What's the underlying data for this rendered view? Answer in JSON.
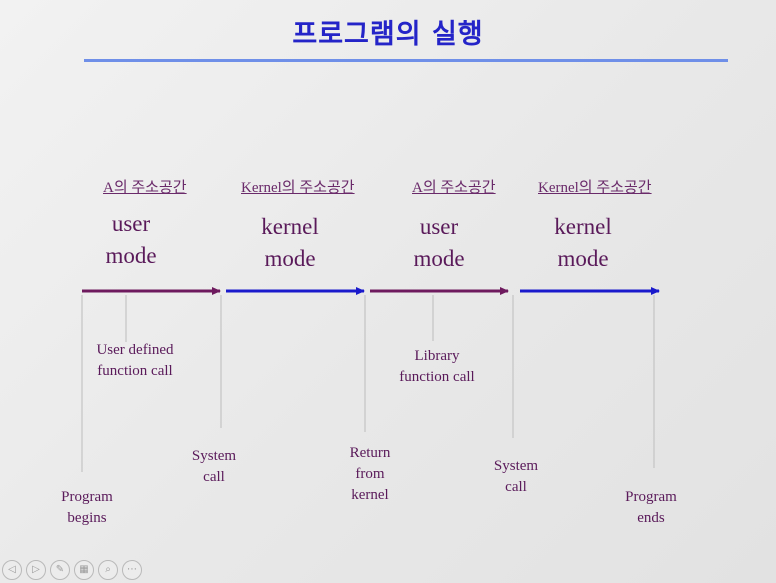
{
  "slide": {
    "title": "프로그램의 실행"
  },
  "address_spaces": [
    "A의 주소공간",
    "Kernel의 주소공간",
    "A의 주소공간",
    "Kernel의 주소공간"
  ],
  "modes": [
    "user\nmode",
    "kernel\nmode",
    "user\nmode",
    "kernel\nmode"
  ],
  "events": [
    "Program\nbegins",
    "User defined\nfunction call",
    "System\ncall",
    "Return\nfrom\nkernel",
    "Library\nfunction call",
    "System\ncall",
    "Program\nends"
  ],
  "colors": {
    "title": "#2424c8",
    "user_arrow": "#6e1a5e",
    "kernel_arrow": "#1a1acc",
    "label_text": "#5a1a5a",
    "title_rule": "#6f8fe8"
  },
  "toolbar": {
    "icons": [
      "previous-icon",
      "next-icon",
      "pen-icon",
      "slides-icon",
      "zoom-icon",
      "more-icon"
    ]
  }
}
